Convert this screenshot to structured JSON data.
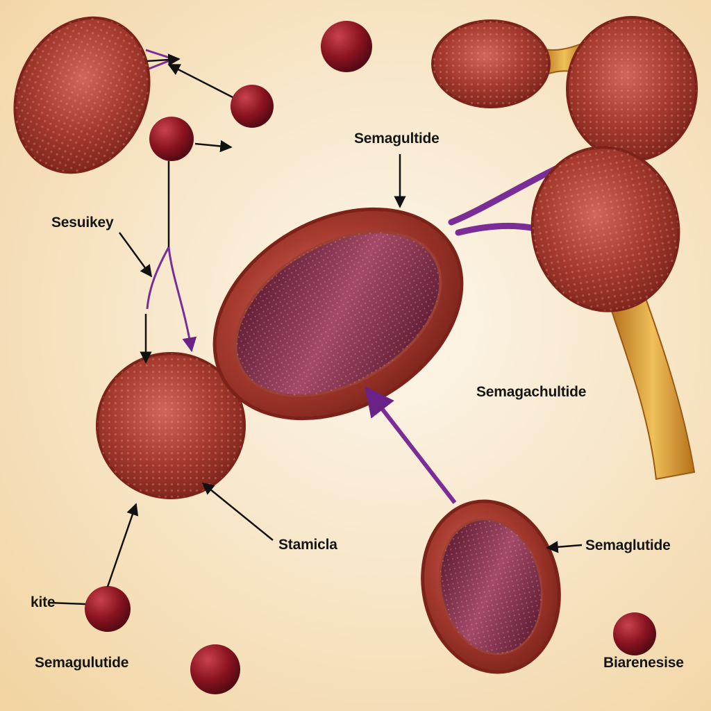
{
  "labels": {
    "top_center": "Semagultide",
    "left_middle": "Sesuikey",
    "right_middle": "Semagachultide",
    "center_bottom": "Stamicla",
    "right_bottom": "Semaglutide",
    "left_bottom_small": "kite",
    "bottom_left": "Semagulutide",
    "bottom_right": "Biarenesise"
  },
  "colors": {
    "background_center": "#fdf6ea",
    "background_edge": "#f3d7a6",
    "cell_fill": "#a4382c",
    "cell_outline": "#7d2219",
    "cell_inner": "#5a1526",
    "purple_vessel": "#7a2d96",
    "gold_vessel": "#d79a2c",
    "bead": "#8a1420"
  }
}
